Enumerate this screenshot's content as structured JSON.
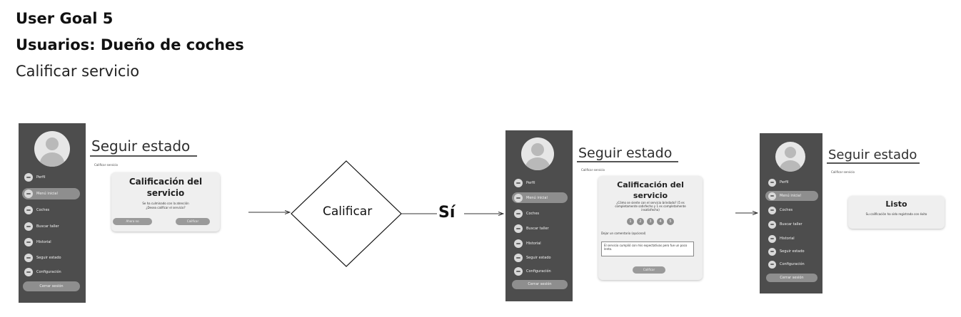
{
  "header": {
    "goal": "User Goal 5",
    "users": "Usuarios: Dueño de coches",
    "task": "Calificar servicio"
  },
  "sidebar": {
    "items": [
      {
        "label": "Perfil",
        "icon": "car-icon"
      },
      {
        "label": "Menú inicial",
        "icon": "car-icon"
      },
      {
        "label": "Coches",
        "icon": "car-icon"
      },
      {
        "label": "Buscar taller",
        "icon": "car-icon"
      },
      {
        "label": "Historial",
        "icon": "car-icon"
      },
      {
        "label": "Seguir estado",
        "icon": "car-icon"
      },
      {
        "label": "Configuración",
        "icon": "car-icon"
      }
    ],
    "logout_label": "Cerrar sesión"
  },
  "screen1": {
    "page_title": "Seguir estado",
    "breadcrumb": "Calificar servicio",
    "card_title": "Calificación del servicio",
    "card_text": "Se ha culminado con la atención ¿Desea calificar el servicio?",
    "later_button": "Ahora no",
    "rate_button": "Calificar"
  },
  "flow": {
    "decision_label": "Calificar",
    "yes_label": "Sí"
  },
  "screen2": {
    "page_title": "Seguir estado",
    "breadcrumb": "Calificar servicio",
    "card_title": "Calificación del servicio",
    "question": "¿Cómo se siente con el servicio brindado? (5 es completamente satisfecho y 1 es completamente insatisfecho)",
    "rating_options": [
      "1",
      "2",
      "3",
      "4",
      "5"
    ],
    "comment_label": "Dejar un comentario (opcional)",
    "comment_value": "El servicio cumplió con mis expectativas pero fue un poco lento.",
    "submit_button": "Calificar"
  },
  "screen3": {
    "page_title": "Seguir estado",
    "breadcrumb": "Calificar servicio",
    "card_title": "Listo",
    "card_text": "Su calificación ha sido registrada con éxito"
  }
}
